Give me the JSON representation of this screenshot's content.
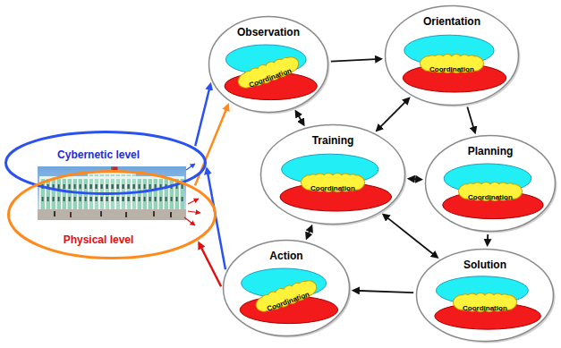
{
  "diagram": {
    "nodes": [
      {
        "text": [
          "Cybernetic level"
        ]
      },
      {
        "text": [
          "Physical level"
        ]
      },
      {
        "text": [
          "Observation"
        ]
      },
      {
        "text": [
          "Coordination"
        ],
        "in": 2
      },
      {
        "text": [
          "Orientation"
        ]
      },
      {
        "text": [
          "Coordination"
        ],
        "in": 4
      },
      {
        "text": [
          "Training"
        ]
      },
      {
        "text": [
          "Coordination"
        ],
        "in": 6
      },
      {
        "text": [
          "Planning"
        ]
      },
      {
        "text": [
          "Coordination"
        ],
        "in": 8
      },
      {
        "text": [
          "Action"
        ]
      },
      {
        "text": [
          "Coordination"
        ],
        "in": 10
      },
      {
        "text": [
          "Solution"
        ]
      },
      {
        "text": [
          "Coordination"
        ],
        "in": 12
      }
    ],
    "edges": [
      {
        "from": 0,
        "to": 2,
        "arrow": "to"
      },
      {
        "from": 1,
        "to": 2,
        "arrow": "to"
      },
      {
        "from": 2,
        "to": 4,
        "arrow": "to"
      },
      {
        "from": 2,
        "to": 6,
        "arrow": "both"
      },
      {
        "from": 4,
        "to": 6,
        "arrow": "both"
      },
      {
        "from": 4,
        "to": 8,
        "arrow": "to"
      },
      {
        "from": 8,
        "to": 6,
        "arrow": "both"
      },
      {
        "from": 8,
        "to": 12,
        "arrow": "to"
      },
      {
        "from": 6,
        "to": 12,
        "arrow": "both"
      },
      {
        "from": 12,
        "to": 10,
        "arrow": "to"
      },
      {
        "from": 6,
        "to": 10,
        "arrow": "both"
      },
      {
        "from": 10,
        "to": 0,
        "arrow": "to"
      },
      {
        "from": 10,
        "to": 1,
        "arrow": "to"
      }
    ]
  }
}
